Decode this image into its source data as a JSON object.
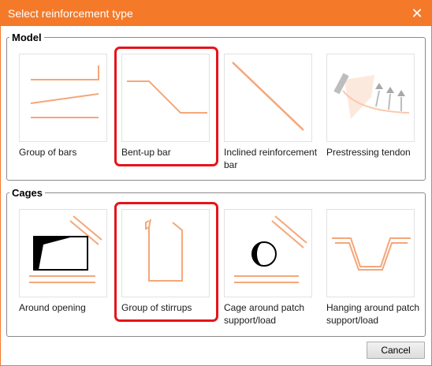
{
  "window": {
    "title": "Select reinforcement type",
    "close_glyph": "✕"
  },
  "groups": {
    "model": {
      "label": "Model",
      "items": [
        {
          "label": "Group of bars",
          "icon": "group-of-bars-icon",
          "selected": false
        },
        {
          "label": "Bent-up bar",
          "icon": "bent-up-bar-icon",
          "selected": true
        },
        {
          "label": "Inclined reinforcement bar",
          "icon": "inclined-bar-icon",
          "selected": false
        },
        {
          "label": "Prestressing tendon",
          "icon": "prestressing-tendon-icon",
          "selected": false
        }
      ]
    },
    "cages": {
      "label": "Cages",
      "items": [
        {
          "label": "Around opening",
          "icon": "around-opening-icon",
          "selected": false
        },
        {
          "label": "Group of stirrups",
          "icon": "group-of-stirrups-icon",
          "selected": true
        },
        {
          "label": "Cage around patch support/load",
          "icon": "cage-around-patch-icon",
          "selected": false
        },
        {
          "label": "Hanging around patch support/load",
          "icon": "hanging-around-patch-icon",
          "selected": false
        }
      ]
    }
  },
  "buttons": {
    "cancel": "Cancel"
  },
  "colors": {
    "accent": "#f47a2a",
    "bar": "#f4a77a",
    "selection": "#e6141b"
  }
}
